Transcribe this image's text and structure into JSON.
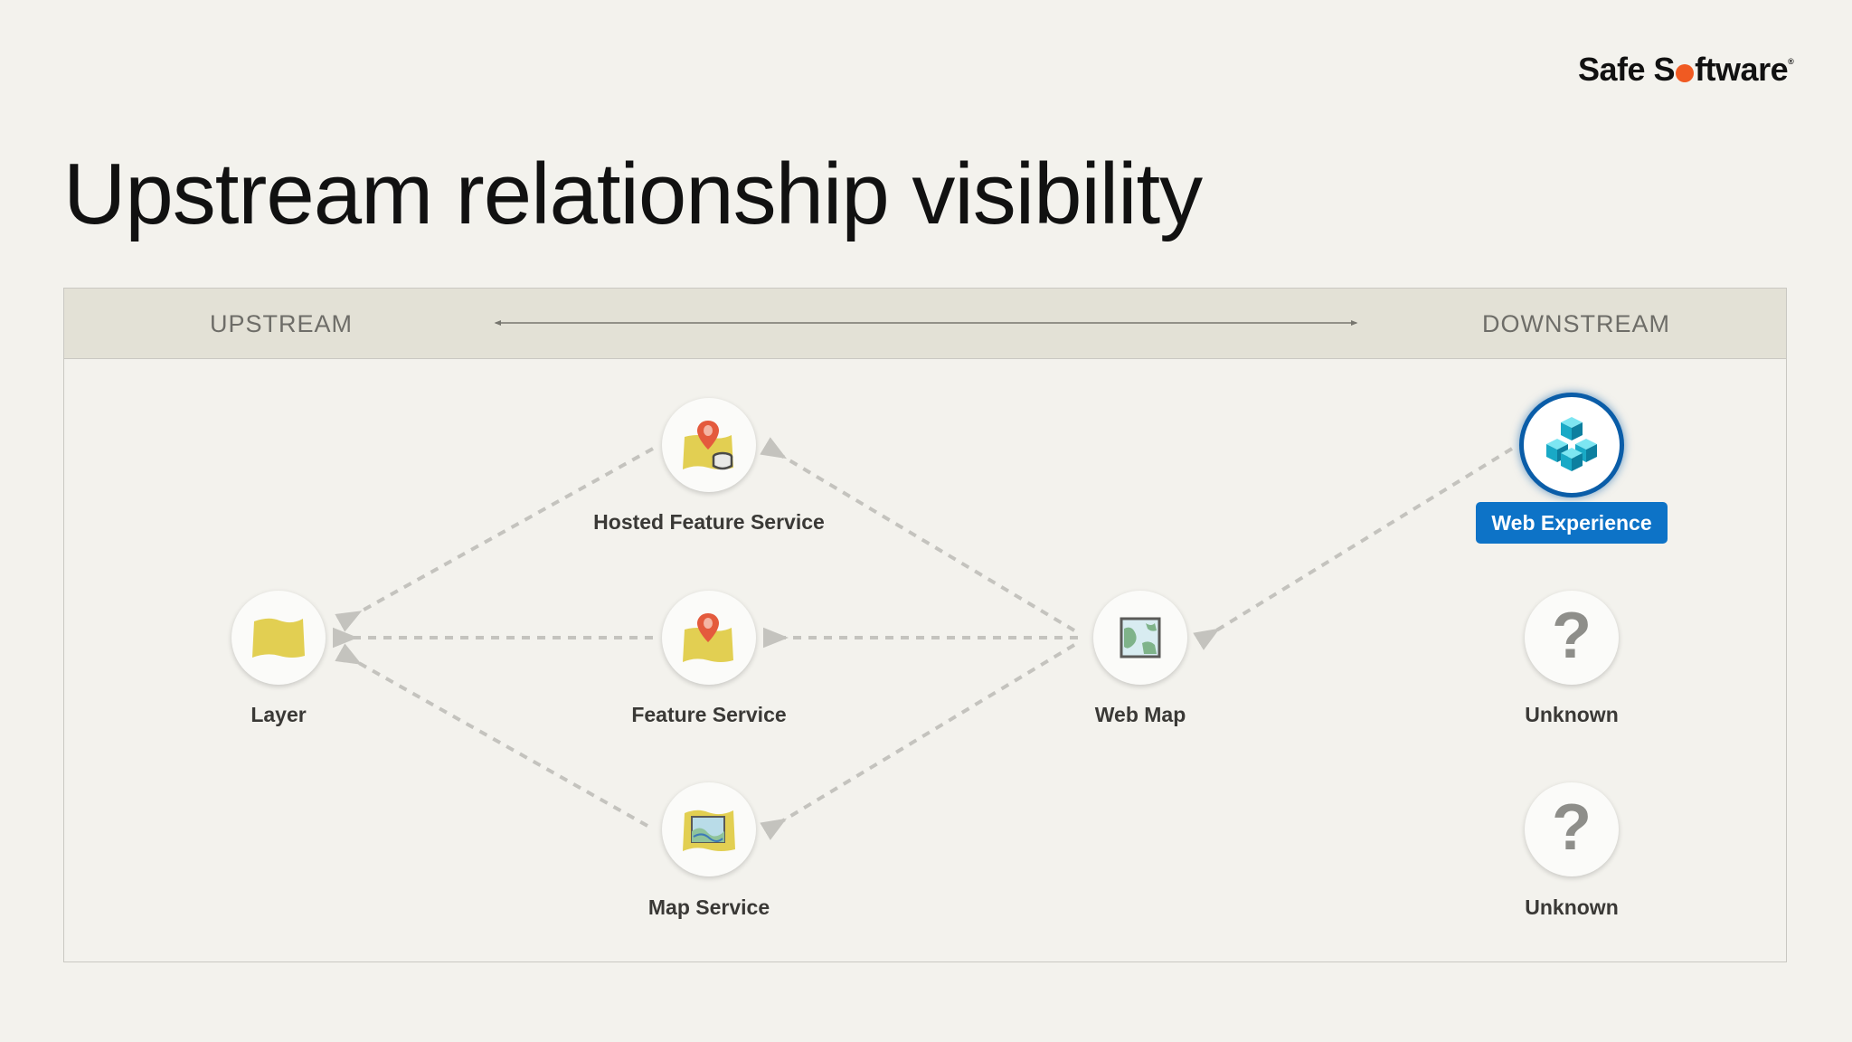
{
  "brand": {
    "name_before": "Safe S",
    "name_after": "ftware",
    "dot_color": "#f05a22"
  },
  "title": "Upstream relationship visibility",
  "header": {
    "left": "UPSTREAM",
    "right": "DOWNSTREAM"
  },
  "nodes": {
    "layer": {
      "label": "Layer",
      "icon": "layer-icon"
    },
    "hosted_feature_service": {
      "label": "Hosted Feature Service",
      "icon": "hosted-feature-service-icon"
    },
    "feature_service": {
      "label": "Feature Service",
      "icon": "feature-service-icon"
    },
    "map_service": {
      "label": "Map Service",
      "icon": "map-service-icon"
    },
    "web_map": {
      "label": "Web Map",
      "icon": "web-map-icon"
    },
    "web_experience": {
      "label": "Web Experience",
      "icon": "web-experience-icon"
    },
    "unknown_1": {
      "label": "Unknown",
      "glyph": "?"
    },
    "unknown_2": {
      "label": "Unknown",
      "glyph": "?"
    }
  },
  "colors": {
    "accent": "#0d73c7",
    "edge": "#c4c3be",
    "header_bg": "#e3e1d6"
  }
}
